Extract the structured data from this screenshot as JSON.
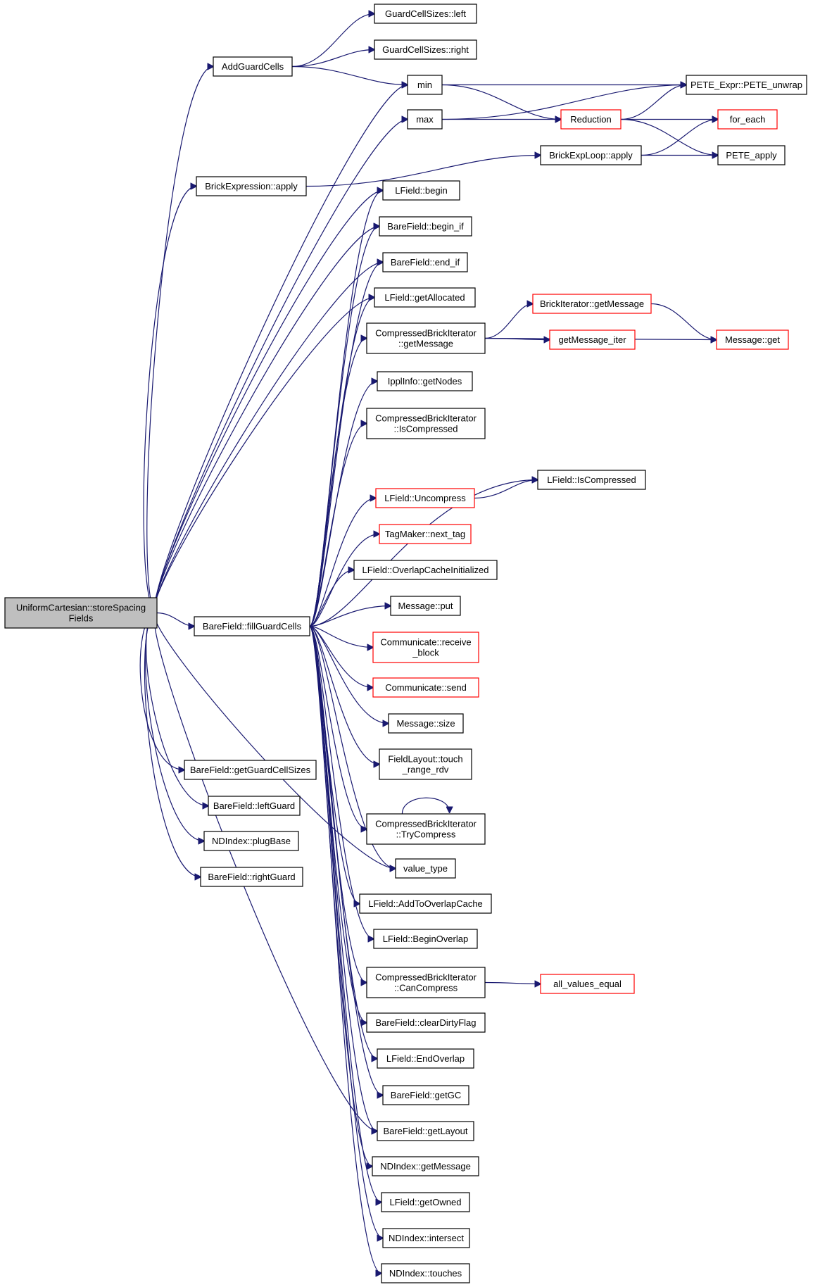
{
  "graph": {
    "root": "n0",
    "nodes": [
      {
        "id": "n0",
        "lines": [
          "UniformCartesian::storeSpacing",
          "Fields"
        ],
        "style": "root"
      },
      {
        "id": "n1",
        "lines": [
          "AddGuardCells"
        ]
      },
      {
        "id": "n2",
        "lines": [
          "GuardCellSizes::left"
        ]
      },
      {
        "id": "n3",
        "lines": [
          "GuardCellSizes::right"
        ]
      },
      {
        "id": "n4",
        "lines": [
          "min"
        ]
      },
      {
        "id": "n5",
        "lines": [
          "PETE_Expr::PETE_unwrap"
        ]
      },
      {
        "id": "n6",
        "lines": [
          "max"
        ]
      },
      {
        "id": "n7",
        "lines": [
          "Reduction"
        ],
        "style": "red"
      },
      {
        "id": "n8",
        "lines": [
          "for_each"
        ],
        "style": "red"
      },
      {
        "id": "n9",
        "lines": [
          "PETE_apply"
        ]
      },
      {
        "id": "n10",
        "lines": [
          "BrickExpLoop::apply"
        ]
      },
      {
        "id": "n11",
        "lines": [
          "BrickExpression::apply"
        ]
      },
      {
        "id": "n12",
        "lines": [
          "LField::begin"
        ]
      },
      {
        "id": "n13",
        "lines": [
          "BareField::begin_if"
        ]
      },
      {
        "id": "n14",
        "lines": [
          "BareField::end_if"
        ]
      },
      {
        "id": "n15",
        "lines": [
          "LField::getAllocated"
        ]
      },
      {
        "id": "n16",
        "lines": [
          "BrickIterator::getMessage"
        ],
        "style": "red"
      },
      {
        "id": "n17",
        "lines": [
          "CompressedBrickIterator",
          "::getMessage"
        ]
      },
      {
        "id": "n18",
        "lines": [
          "getMessage_iter"
        ],
        "style": "red"
      },
      {
        "id": "n19",
        "lines": [
          "Message::get"
        ],
        "style": "red"
      },
      {
        "id": "n20",
        "lines": [
          "IpplInfo::getNodes"
        ]
      },
      {
        "id": "n21",
        "lines": [
          "CompressedBrickIterator",
          "::IsCompressed"
        ]
      },
      {
        "id": "n22",
        "lines": [
          "LField::IsCompressed"
        ]
      },
      {
        "id": "n23",
        "lines": [
          "LField::Uncompress"
        ],
        "style": "red"
      },
      {
        "id": "n24",
        "lines": [
          "TagMaker::next_tag"
        ],
        "style": "red"
      },
      {
        "id": "n25",
        "lines": [
          "LField::OverlapCacheInitialized"
        ]
      },
      {
        "id": "n26",
        "lines": [
          "Message::put"
        ]
      },
      {
        "id": "n27",
        "lines": [
          "BareField::fillGuardCells"
        ]
      },
      {
        "id": "n28",
        "lines": [
          "Communicate::receive",
          "_block"
        ],
        "style": "red"
      },
      {
        "id": "n29",
        "lines": [
          "Communicate::send"
        ],
        "style": "red"
      },
      {
        "id": "n30",
        "lines": [
          "Message::size"
        ]
      },
      {
        "id": "n31",
        "lines": [
          "FieldLayout::touch",
          "_range_rdv"
        ]
      },
      {
        "id": "n32",
        "lines": [
          "BareField::getGuardCellSizes"
        ]
      },
      {
        "id": "n33",
        "lines": [
          "BareField::leftGuard"
        ]
      },
      {
        "id": "n34",
        "lines": [
          "CompressedBrickIterator",
          "::TryCompress"
        ]
      },
      {
        "id": "n35",
        "lines": [
          "NDIndex::plugBase"
        ]
      },
      {
        "id": "n36",
        "lines": [
          "value_type"
        ]
      },
      {
        "id": "n37",
        "lines": [
          "BareField::rightGuard"
        ]
      },
      {
        "id": "n38",
        "lines": [
          "LField::AddToOverlapCache"
        ]
      },
      {
        "id": "n39",
        "lines": [
          "LField::BeginOverlap"
        ]
      },
      {
        "id": "n40",
        "lines": [
          "CompressedBrickIterator",
          "::CanCompress"
        ]
      },
      {
        "id": "n41",
        "lines": [
          "all_values_equal"
        ],
        "style": "red"
      },
      {
        "id": "n42",
        "lines": [
          "BareField::clearDirtyFlag"
        ]
      },
      {
        "id": "n43",
        "lines": [
          "LField::EndOverlap"
        ]
      },
      {
        "id": "n44",
        "lines": [
          "BareField::getGC"
        ]
      },
      {
        "id": "n45",
        "lines": [
          "BareField::getLayout"
        ]
      },
      {
        "id": "n46",
        "lines": [
          "NDIndex::getMessage"
        ]
      },
      {
        "id": "n47",
        "lines": [
          "LField::getOwned"
        ]
      },
      {
        "id": "n48",
        "lines": [
          "NDIndex::intersect"
        ]
      },
      {
        "id": "n49",
        "lines": [
          "NDIndex::touches"
        ]
      }
    ],
    "edges": [
      [
        "n0",
        "n1"
      ],
      [
        "n0",
        "n4"
      ],
      [
        "n0",
        "n6"
      ],
      [
        "n0",
        "n11"
      ],
      [
        "n0",
        "n12"
      ],
      [
        "n0",
        "n13"
      ],
      [
        "n0",
        "n14"
      ],
      [
        "n0",
        "n15"
      ],
      [
        "n0",
        "n27"
      ],
      [
        "n0",
        "n32"
      ],
      [
        "n0",
        "n33"
      ],
      [
        "n0",
        "n35"
      ],
      [
        "n0",
        "n37"
      ],
      [
        "n0",
        "n36"
      ],
      [
        "n0",
        "n45"
      ],
      [
        "n1",
        "n2"
      ],
      [
        "n1",
        "n3"
      ],
      [
        "n1",
        "n4"
      ],
      [
        "n4",
        "n5"
      ],
      [
        "n4",
        "n7"
      ],
      [
        "n6",
        "n5"
      ],
      [
        "n6",
        "n7"
      ],
      [
        "n7",
        "n5"
      ],
      [
        "n7",
        "n8"
      ],
      [
        "n7",
        "n9"
      ],
      [
        "n11",
        "n10"
      ],
      [
        "n10",
        "n8"
      ],
      [
        "n10",
        "n9"
      ],
      [
        "n17",
        "n16"
      ],
      [
        "n17",
        "n18"
      ],
      [
        "n17",
        "n19"
      ],
      [
        "n16",
        "n19"
      ],
      [
        "n23",
        "n22"
      ],
      [
        "n40",
        "n41"
      ],
      [
        "n34",
        "n34"
      ],
      [
        "n27",
        "n12"
      ],
      [
        "n27",
        "n13"
      ],
      [
        "n27",
        "n14"
      ],
      [
        "n27",
        "n15"
      ],
      [
        "n27",
        "n17"
      ],
      [
        "n27",
        "n20"
      ],
      [
        "n27",
        "n21"
      ],
      [
        "n27",
        "n22"
      ],
      [
        "n27",
        "n23"
      ],
      [
        "n27",
        "n24"
      ],
      [
        "n27",
        "n25"
      ],
      [
        "n27",
        "n26"
      ],
      [
        "n27",
        "n28"
      ],
      [
        "n27",
        "n29"
      ],
      [
        "n27",
        "n30"
      ],
      [
        "n27",
        "n31"
      ],
      [
        "n27",
        "n34"
      ],
      [
        "n27",
        "n36"
      ],
      [
        "n27",
        "n38"
      ],
      [
        "n27",
        "n39"
      ],
      [
        "n27",
        "n40"
      ],
      [
        "n27",
        "n42"
      ],
      [
        "n27",
        "n43"
      ],
      [
        "n27",
        "n44"
      ],
      [
        "n27",
        "n45"
      ],
      [
        "n27",
        "n46"
      ],
      [
        "n27",
        "n47"
      ],
      [
        "n27",
        "n48"
      ],
      [
        "n27",
        "n49"
      ]
    ]
  }
}
